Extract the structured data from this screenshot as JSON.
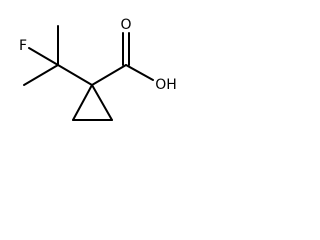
{
  "molecule": {
    "atoms": {
      "fluorine": "F",
      "carbonyl_oxygen": "O",
      "hydroxyl": "OH"
    }
  }
}
